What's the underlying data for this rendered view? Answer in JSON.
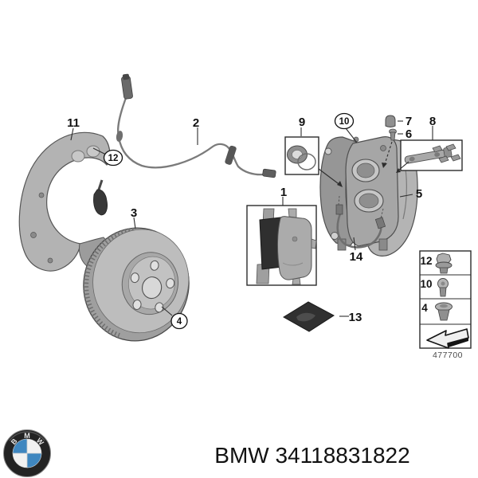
{
  "diagram": {
    "description": "BMW front brake exploded parts diagram",
    "callouts": {
      "n1": "1",
      "n2": "2",
      "n3": "3",
      "n4": "4",
      "n5": "5",
      "n6": "6",
      "n7": "7",
      "n8": "8",
      "n9": "9",
      "n10": "10",
      "n11": "11",
      "n12": "12",
      "n13": "13",
      "n14": "14"
    },
    "parts": {
      "1": "brake-pad-set-box",
      "2": "pad-wear-sensor-wire",
      "3": "brake-disc",
      "4": "disc-countersunk-screw",
      "5": "brake-caliper",
      "6": "bleeder-screw",
      "7": "bleeder-cap",
      "8": "pad-retainer-kit-box",
      "9": "piston-seal-kit-box",
      "10": "caliper-torx-bolt",
      "11": "splash-shield",
      "12": "shield-hex-bolt",
      "13": "grease-sachet",
      "14": "brake-hose"
    },
    "fastener_table": {
      "rows": [
        {
          "qty": "12",
          "icon": "hex-flange-bolt-icon"
        },
        {
          "qty": "10",
          "icon": "torx-screw-icon"
        },
        {
          "qty": "4",
          "icon": "countersunk-screw-icon"
        }
      ],
      "arrow_icon": "direction-arrow-icon",
      "diagram_code": "477700"
    },
    "colors": {
      "part_gray": "#a8a8a8",
      "outline": "#4a4a4a",
      "friction_dark": "#2f2f2f"
    }
  },
  "footer": {
    "logo": {
      "icon": "bmw-roundel-icon",
      "letters": [
        "B",
        "M",
        "W"
      ],
      "colors": {
        "ring": "#232323",
        "blue": "#3f87c0",
        "white": "#f2f2f2"
      }
    },
    "part_number": "BMW 34118831822"
  }
}
